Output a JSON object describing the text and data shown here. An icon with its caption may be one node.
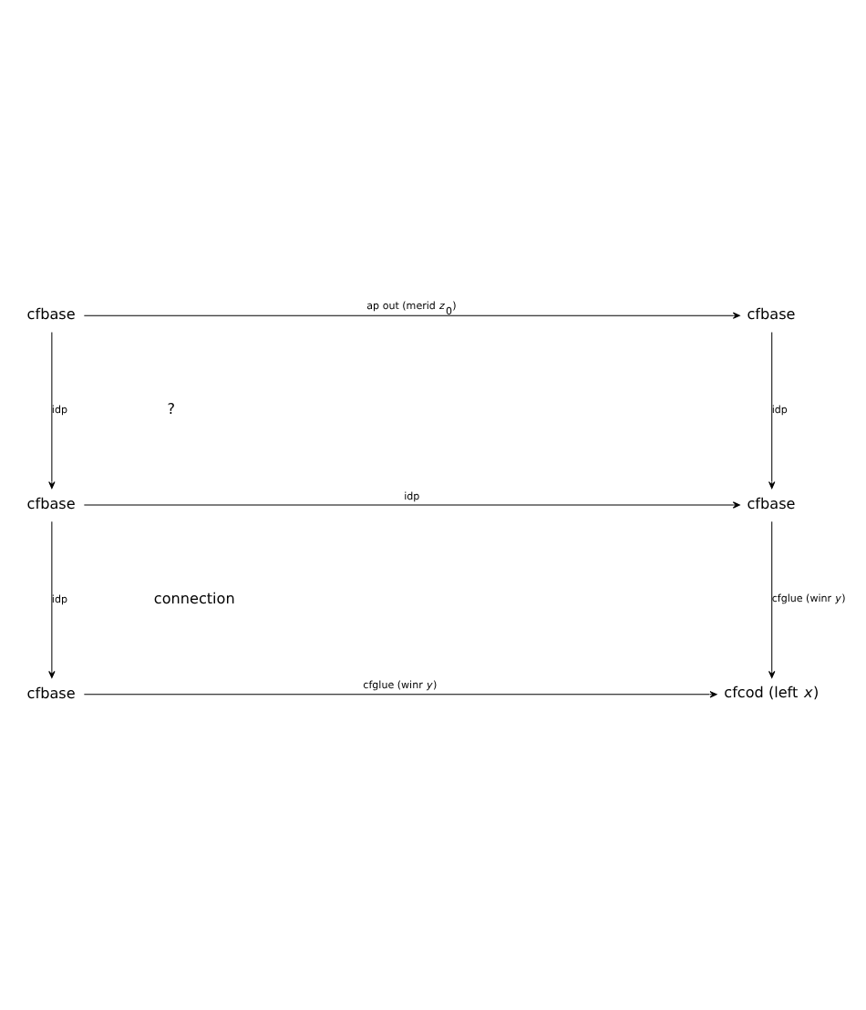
{
  "diagram": {
    "nodes": [
      {
        "text": [
          "cfbase"
        ]
      },
      {
        "text": [
          "cfbase"
        ]
      },
      {
        "text": [
          "cfbase"
        ]
      },
      {
        "text": [
          "cfbase"
        ]
      },
      {
        "text": [
          "cfbase"
        ]
      },
      {
        "text": [
          "cfcod (left *x*)"
        ]
      }
    ],
    "edges": [
      {
        "from": 0,
        "to": 1,
        "arrow": "to",
        "label": "ap out (merid *z*$_{0}$)"
      },
      {
        "from": 0,
        "to": 2,
        "arrow": "to",
        "label": "idp"
      },
      {
        "from": 1,
        "to": 3,
        "arrow": "to",
        "label": "idp"
      },
      {
        "from": 2,
        "to": 3,
        "arrow": "to",
        "label": "idp"
      },
      {
        "from": 2,
        "to": 4,
        "arrow": "to",
        "label": "idp"
      },
      {
        "from": 3,
        "to": 5,
        "arrow": "to",
        "label": "cfglue (winr *y*)"
      },
      {
        "from": 4,
        "to": 5,
        "arrow": "to",
        "label": "cfglue (winr *y*)"
      }
    ],
    "labels": [
      "?",
      "connection"
    ]
  }
}
